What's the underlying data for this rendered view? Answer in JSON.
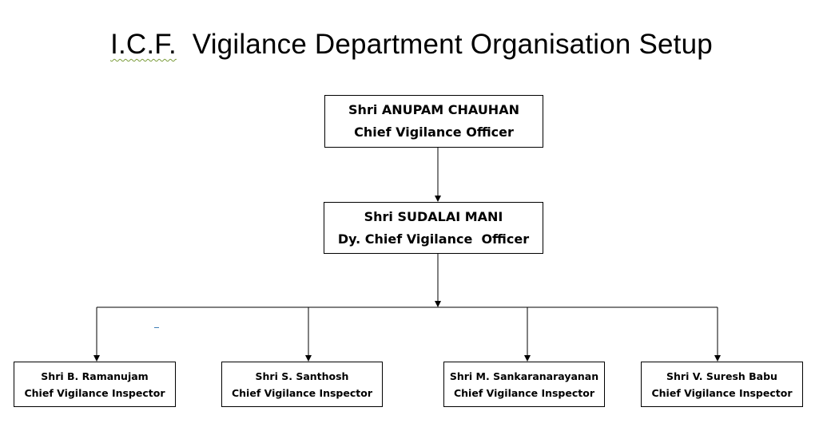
{
  "title": {
    "abbr": "I.C.F.",
    "rest": "  Vigilance Department Organisation Setup"
  },
  "colors": {
    "line": "#000000",
    "spellcheck_underline": "#7a9c3a"
  },
  "nodes": {
    "cvo": {
      "name": "Shri ANUPAM CHAUHAN",
      "designation": "Chief Vigilance Officer"
    },
    "dcvo": {
      "name": "Shri SUDALAI MANI",
      "designation": "Dy. Chief Vigilance  Officer"
    },
    "inspectors": [
      {
        "name": "Shri B. Ramanujam",
        "designation": "Chief Vigilance Inspector"
      },
      {
        "name": "Shri S. Santhosh",
        "designation": "Chief Vigilance Inspector"
      },
      {
        "name": "Shri M. Sankaranarayanan",
        "designation": "Chief Vigilance Inspector"
      },
      {
        "name": "Shri V. Suresh Babu",
        "designation": "Chief Vigilance Inspector"
      }
    ]
  }
}
